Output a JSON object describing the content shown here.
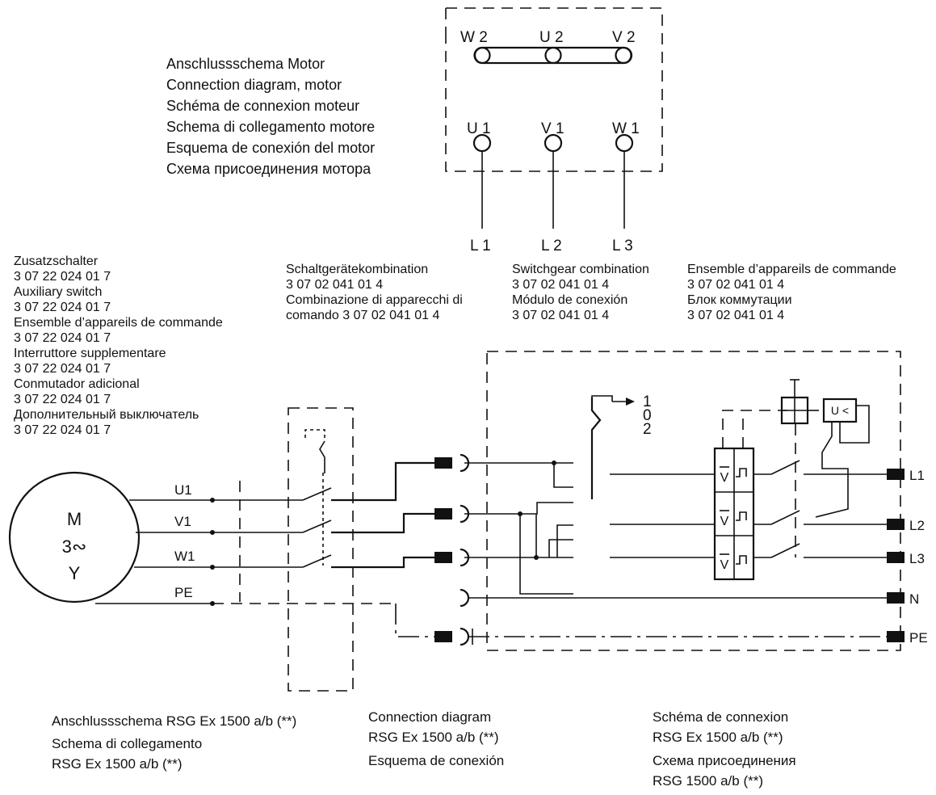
{
  "motor_title": [
    "Anschlussschema Motor",
    "Connection diagram, motor",
    "Schéma de connexion moteur",
    "Schema di collegamento motore",
    "Esquema de conexión del motor",
    "Схема присоединения мотора"
  ],
  "motor_box": {
    "top": [
      "W 2",
      "U 2",
      "V 2"
    ],
    "bottom": [
      "U 1",
      "V 1",
      "W 1"
    ],
    "lines": [
      "L 1",
      "L 2",
      "L 3"
    ]
  },
  "aux_switch": [
    "Zusatzschalter",
    "3 07 22 024 01 7",
    "Auxiliary switch",
    "3 07 22 024 01 7",
    "Ensemble d’appareils de commande",
    "3 07 22 024 01 7",
    "Interruttore supplementare",
    "3 07 22 024 01 7",
    "Conmutador adicional",
    "3 07 22 024 01 7",
    "Дополнительный выключатель",
    "3 07 22 024 01 7"
  ],
  "switchgear_col1": [
    "Schaltgerätekombination",
    "3 07 02 041 01 4",
    "Combinazione di apparecchi di",
    "comando 3 07 02 041 01 4"
  ],
  "switchgear_col2": [
    "Switchgear combination",
    "3 07 02 041 01 4",
    "Módulo de conexión",
    "3 07 02 041 01 4"
  ],
  "switchgear_col3": [
    "Ensemble d’appareils de commande",
    "3 07 02 041 01 4",
    "Блок коммутации",
    "3 07 02 041 01 4"
  ],
  "motor_symbol": [
    "M",
    "3∾",
    "Y"
  ],
  "motor_wires": [
    "U1",
    "V1",
    "W1",
    "PE"
  ],
  "selector": [
    "1",
    "0",
    "2"
  ],
  "supply_terminals": [
    "L1",
    "L2",
    "L3",
    "N",
    "PE"
  ],
  "voltmeter_symbol": "V",
  "relay_symbol": "U <",
  "footer_col1": [
    "Anschlussschema RSG Ex 1500 a/b (**)",
    "Schema di collegamento",
    "RSG Ex 1500 a/b (**)"
  ],
  "footer_col2": [
    "Connection diagram",
    "RSG Ex 1500 a/b (**)",
    "Esquema de conexión"
  ],
  "footer_col3": [
    "Schéma de connexion",
    "RSG Ex 1500 a/b (**)",
    "Схема присоединения",
    "RSG 1500 a/b (**)"
  ]
}
